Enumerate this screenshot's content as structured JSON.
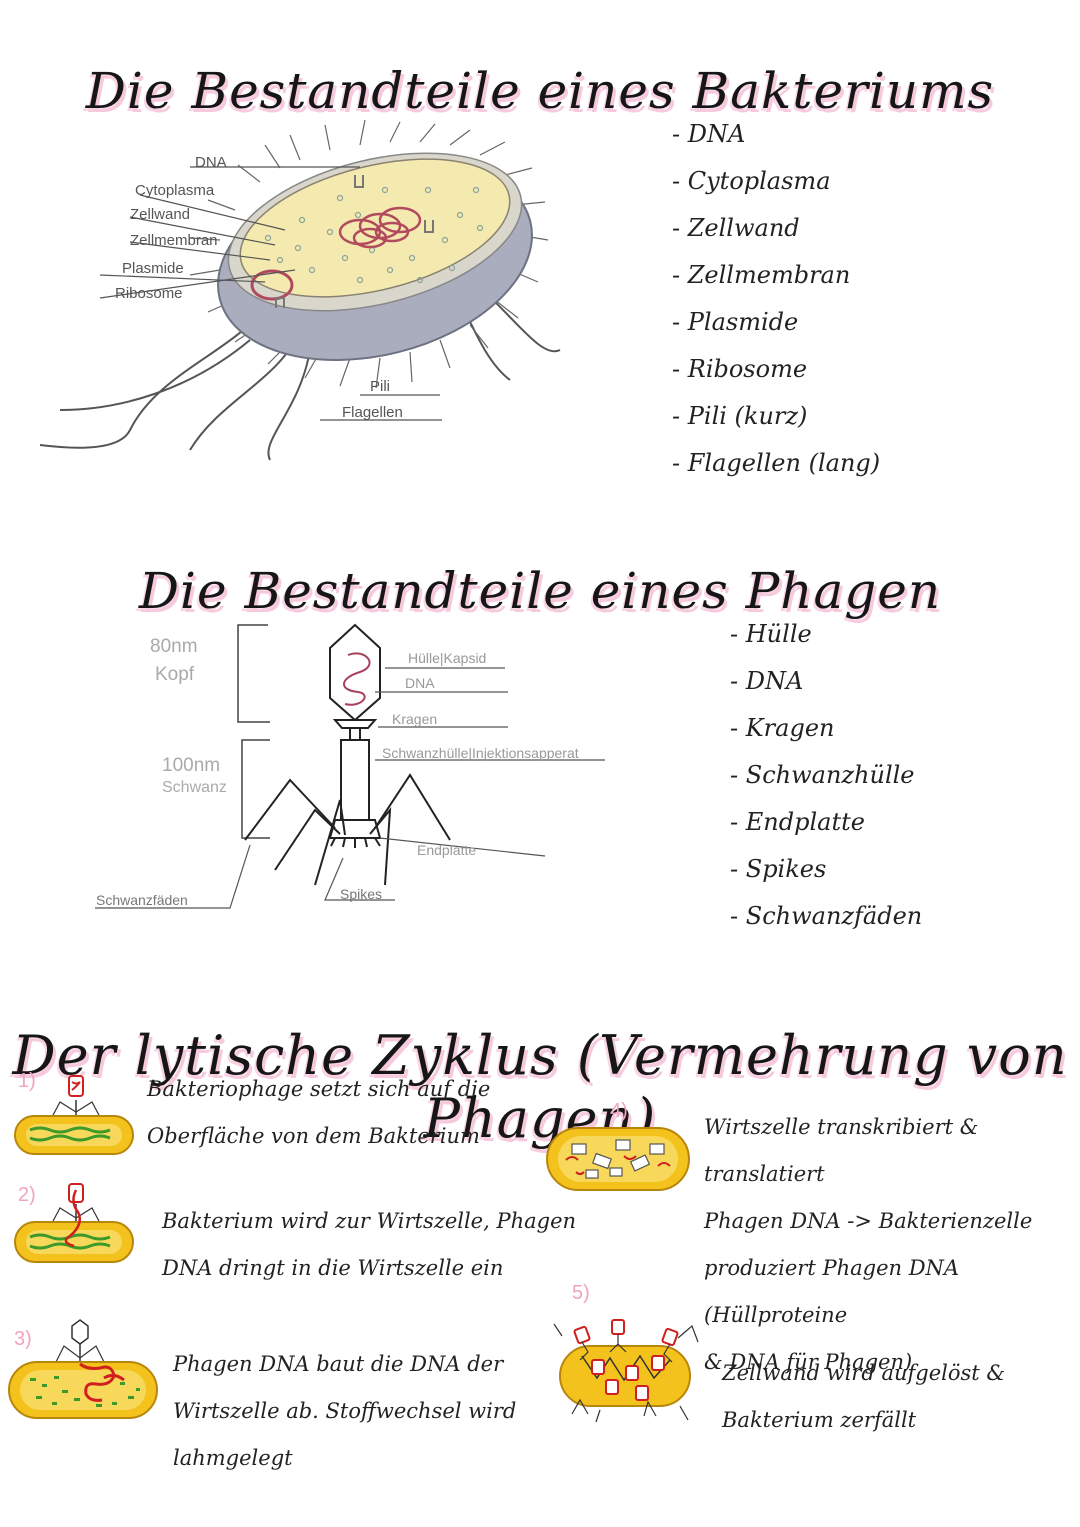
{
  "section_bacterium": {
    "title": "Die Bestandteile eines Bakteriums",
    "diagram_labels": {
      "dna": "DNA",
      "cytoplasma": "Cytoplasma",
      "zellwand": "Zellwand",
      "zellmembran": "Zellmembran",
      "plasmide": "Plasmide",
      "ribosome": "Ribosome",
      "pili": "Pili",
      "flagellen": "Flagellen"
    },
    "parts": [
      "DNA",
      "Cytoplasma",
      "Zellwand",
      "Zellmembran",
      "Plasmide",
      "Ribosome",
      "Pili (kurz)",
      "Flagellen (lang)"
    ]
  },
  "section_phage": {
    "title": "Die Bestandteile eines Phagen",
    "diagram_labels": {
      "kopf_size": "80nm",
      "kopf": "Kopf",
      "schwanz_size": "100nm",
      "schwanz": "Schwanz",
      "huelle": "Hülle|Kapsid",
      "dna": "DNA",
      "kragen": "Kragen",
      "schwanzhuelle": "Schwanzhülle|Injektionsapperat",
      "endplatte": "Endplatte",
      "spikes": "Spikes",
      "schwanzfaeden": "Schwanzfäden"
    },
    "parts": [
      "Hülle",
      "DNA",
      "Kragen",
      "Schwanzhülle",
      "Endplatte",
      "Spikes",
      "Schwanzfäden"
    ]
  },
  "section_cycle": {
    "title": "Der lytische Zyklus (Vermehrung von Phagen)",
    "steps": [
      {
        "num": "1)",
        "lines": [
          "Bakteriophage setzt sich auf die",
          "Oberfläche von dem Bakterium"
        ]
      },
      {
        "num": "2)",
        "lines": [
          "Bakterium wird zur Wirtszelle, Phagen",
          "DNA dringt in die Wirtszelle ein"
        ]
      },
      {
        "num": "3)",
        "lines": [
          "Phagen DNA baut die DNA der",
          "Wirtszelle ab. Stoffwechsel wird",
          "lahmgelegt"
        ]
      },
      {
        "num": "4)",
        "lines": [
          "Wirtszelle transkribiert & translatiert",
          "Phagen DNA -> Bakterienzelle",
          "produziert Phagen DNA (Hüllproteine",
          "& DNA für Phagen)"
        ]
      },
      {
        "num": "5)",
        "lines": [
          "Zellwand wird aufgelöst &",
          "Bakterium zerfällt"
        ]
      }
    ]
  },
  "colors": {
    "title_highlight": "#f6c9dc",
    "step_number": "#f2a3bf",
    "cell_fill": "#f3c21c",
    "cell_outline": "#b8860b",
    "dna_green": "#3d9a2a",
    "phage_red": "#d11e1e",
    "cytoplasm": "#f4eab0",
    "cell_wall_grey": "#a9adbe"
  }
}
